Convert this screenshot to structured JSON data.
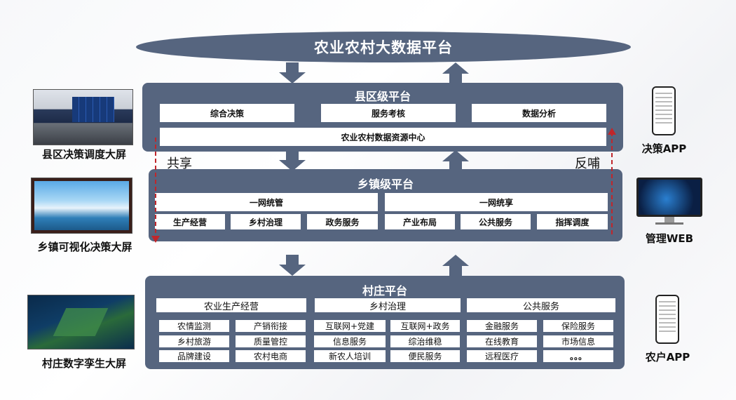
{
  "top_platform": {
    "title": "农业农村大数据平台"
  },
  "county": {
    "title": "县区级平台",
    "modules": [
      "综合决策",
      "服务考核",
      "数据分析"
    ],
    "center": "农业农村数据资源中心"
  },
  "flow": {
    "share": "共享",
    "feedback": "反哺"
  },
  "town": {
    "title": "乡镇级平台",
    "groups": [
      {
        "title": "一网统管",
        "items": [
          "生产经营",
          "乡村治理",
          "政务服务"
        ]
      },
      {
        "title": "一网统享",
        "items": [
          "产业布局",
          "公共服务",
          "指挥调度"
        ]
      }
    ]
  },
  "village": {
    "title": "村庄平台",
    "groups": [
      {
        "title": "农业生产经营",
        "items": [
          "农情监测",
          "产销衔接",
          "乡村旅游",
          "质量管控",
          "品牌建设",
          "农村电商"
        ]
      },
      {
        "title": "乡村治理",
        "items": [
          "互联网+党建",
          "互联网+政务",
          "信息服务",
          "综治维稳",
          "新农人培训",
          "便民服务"
        ]
      },
      {
        "title": "公共服务",
        "items": [
          "金融服务",
          "保险服务",
          "在线教育",
          "市场信息",
          "远程医疗",
          "。。。"
        ]
      }
    ]
  },
  "left_labels": [
    "县区决策调度大屏",
    "乡镇可视化决策大屏",
    "村庄数字孪生大屏"
  ],
  "right_labels": [
    "决策APP",
    "管理WEB",
    "农户APP"
  ],
  "colors": {
    "panel": "#56657f",
    "arrow": "#56657f",
    "dashed_line": "#c0262b"
  }
}
